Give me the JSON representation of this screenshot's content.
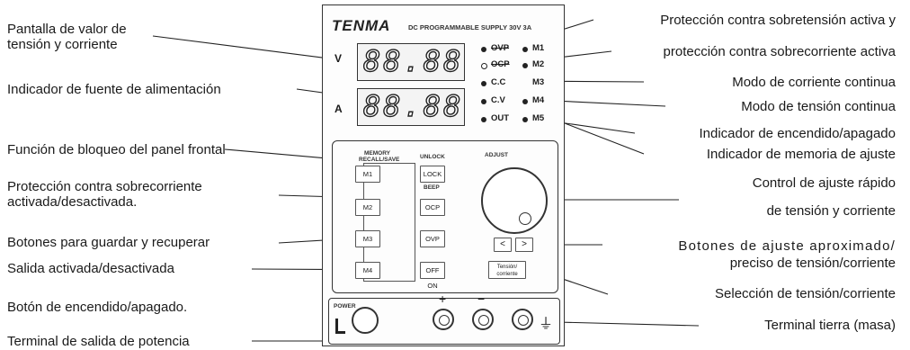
{
  "left_labels": [
    "Pantalla de valor de",
    "tensión y corriente",
    "Indicador de fuente de alimentación",
    "Función de bloqueo del panel frontal",
    "Protección contra sobrecorriente",
    "activada/desactivada.",
    "Botones para guardar y recuperar",
    "Salida activada/desactivada",
    "Botón de encendido/apagado.",
    "Terminal de salida de potencia"
  ],
  "right_labels": [
    "Protección contra sobretensión activa y",
    "protección contra sobrecorriente activa",
    "Modo de corriente continua",
    "Modo de tensión continua",
    "Indicador de encendido/apagado",
    "Indicador de memoria de ajuste",
    "Control de ajuste rápido",
    "de tensión y corriente",
    "Botones de ajuste aproximado/",
    "preciso de tensión/corriente",
    "Selección de tensión/corriente",
    "Terminal tierra (masa)"
  ],
  "device": {
    "brand": "TENMA",
    "model": "DC PROGRAMMABLE SUPPLY 30V 3A",
    "v_letter": "V",
    "a_letter": "A",
    "digits": "88.88",
    "indicators": [
      "OVP",
      "OCP",
      "C.C",
      "C.V",
      "OUT"
    ],
    "memory_leds": [
      "M1",
      "M2",
      "M3",
      "M4",
      "M5"
    ],
    "memory_title": "MEMORY",
    "memory_sub": "RECALL/SAVE",
    "unlock": "UNLOCK",
    "beep": "BEEP",
    "adjust": "ADJUST",
    "mem_buttons": [
      "M1",
      "M2",
      "M3",
      "M4"
    ],
    "func_buttons": [
      "LOCK",
      "OCP",
      "OVP",
      "OFF ON"
    ],
    "arrow_left": "<",
    "arrow_right": ">",
    "tension_btn_1": "Tensión/",
    "tension_btn_2": "corriente",
    "power": "POWER",
    "plus": "+",
    "minus": "−"
  }
}
